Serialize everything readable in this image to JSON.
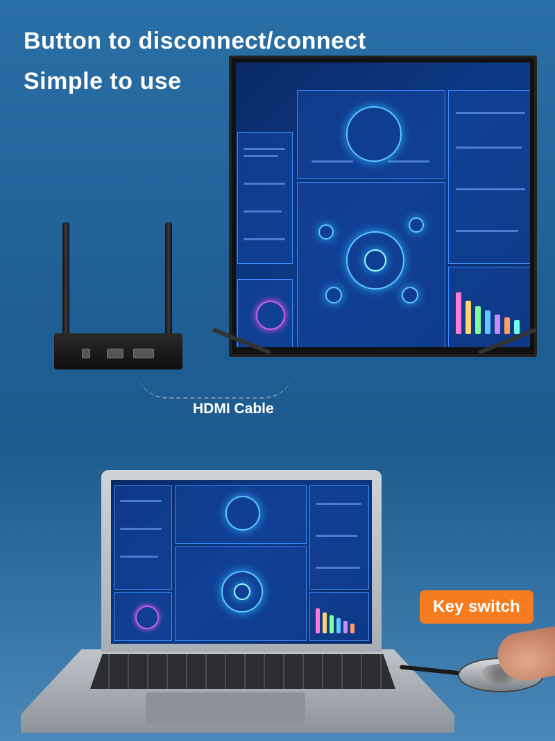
{
  "headline": {
    "line1": "Button to disconnect/connect",
    "line2": "Simple to use"
  },
  "labels": {
    "hdmi_cable": "HDMI Cable",
    "key_switch": "Key switch"
  },
  "colors": {
    "background": "#2a6fa6",
    "accent_orange": "#f57c1f",
    "screen_blue": "#0d3a86",
    "panel_border": "#3b8cff"
  },
  "icons": {
    "receiver": "wireless-hdmi-receiver-icon",
    "tv": "television-icon",
    "laptop": "laptop-icon",
    "puck": "usb-key-switch-icon"
  }
}
